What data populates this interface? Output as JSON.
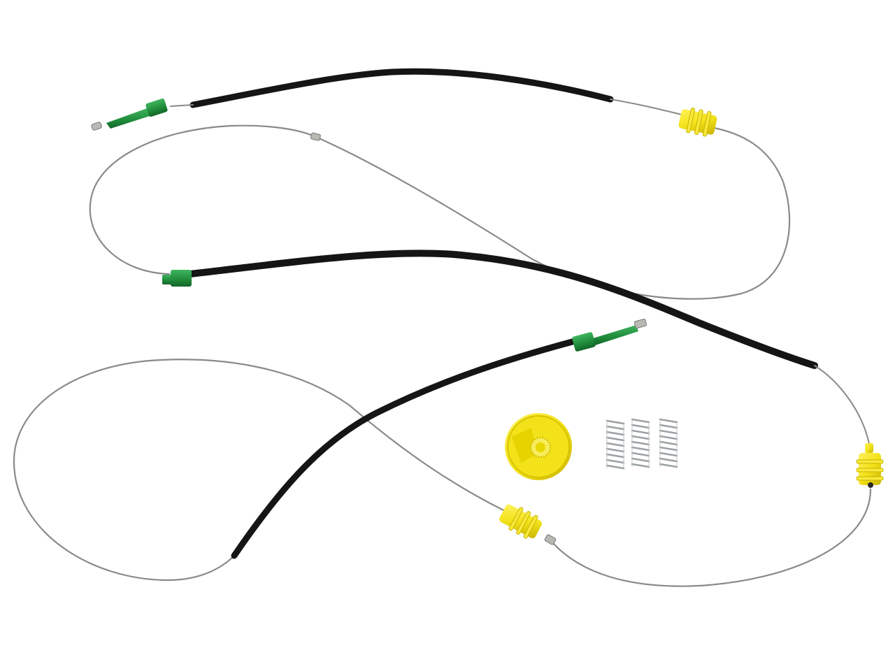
{
  "photo": {
    "subject": "window-regulator-cable-repair-kit",
    "background": "#ffffff"
  },
  "colors": {
    "wire": "#8a8a86",
    "wire_highlight": "#c9c9c4",
    "sleeve": "#151515",
    "sleeve_highlight": "#3a3a3a",
    "green_end": "#1f8a3a",
    "green_end_light": "#33a852",
    "yellow_part": "#f3e21a",
    "yellow_shadow": "#c9b400",
    "spring": "#c2c6c8",
    "spring_dark": "#7d8285",
    "ferrule": "#b9b9b4"
  },
  "items": [
    {
      "name": "upper-cable-assembly",
      "icon": "cable-icon"
    },
    {
      "name": "lower-cable-assembly",
      "icon": "cable-icon"
    },
    {
      "name": "pulley-wheel",
      "icon": "pulley-icon"
    },
    {
      "name": "tension-spring",
      "count": 3,
      "icon": "spring-icon"
    }
  ]
}
